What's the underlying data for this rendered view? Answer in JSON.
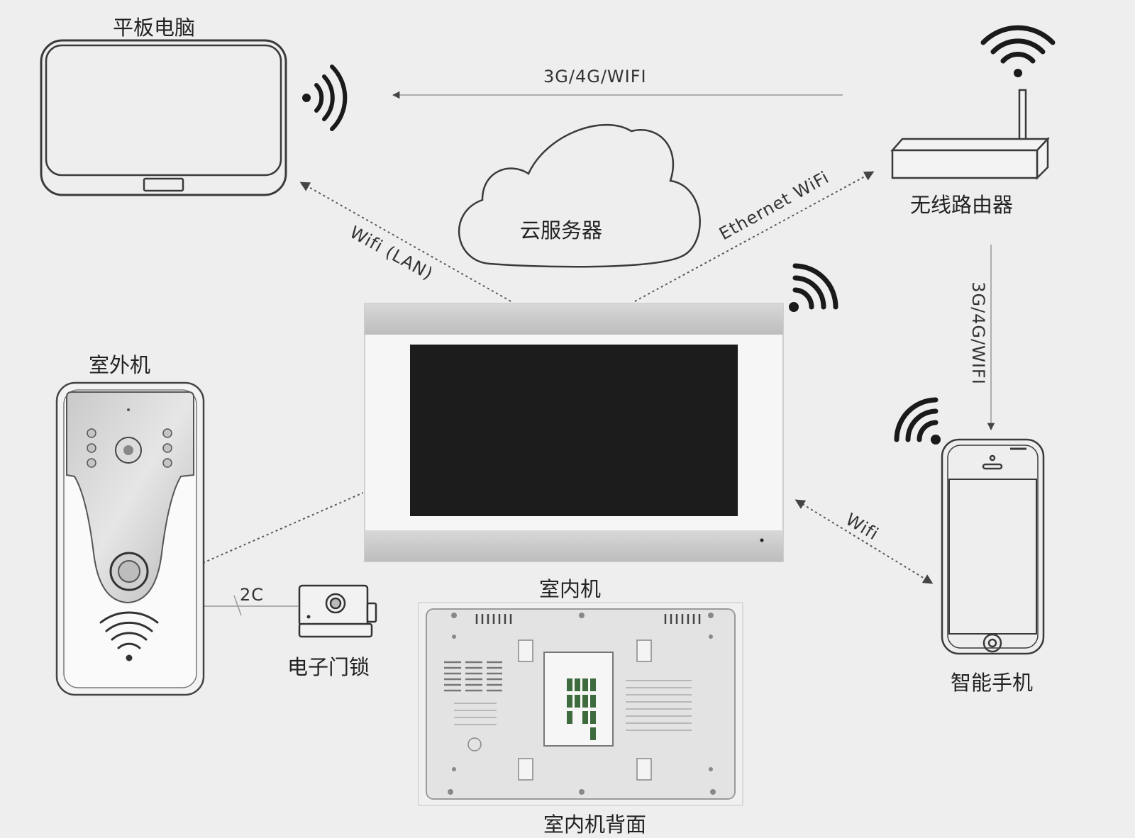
{
  "devices": {
    "tablet": "平板电脑",
    "router": "无线路由器",
    "cloud": "云服务器",
    "outdoor_unit": "室外机",
    "indoor_unit": "室内机",
    "indoor_unit_back": "室内机背面",
    "electronic_lock": "电子门锁",
    "smartphone": "智能手机"
  },
  "connections": {
    "router_to_tablet": "3G/4G/WIFI",
    "router_to_phone": "3G/4G/WIFI",
    "indoor_to_tablet": "Wifi (LAN)",
    "indoor_to_router": "Ethernet WiFi",
    "phone_to_indoor": "Wifi",
    "outdoor_to_lock": "2C"
  }
}
